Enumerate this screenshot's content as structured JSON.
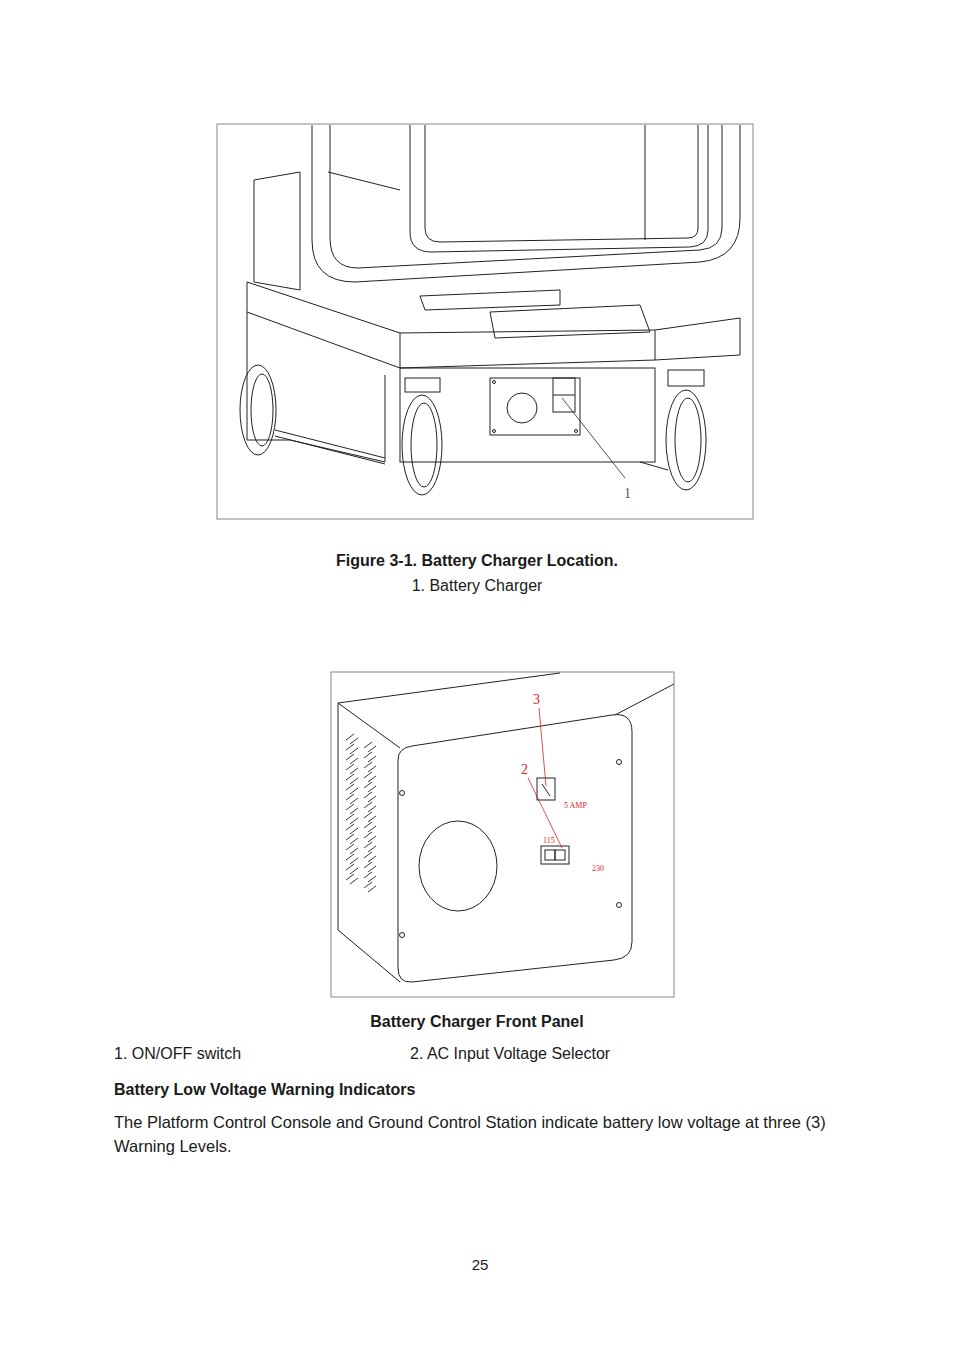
{
  "diagram": {
    "caption": "Figure 3-1. Battery Charger Location.",
    "labels": [
      "1",
      "1. Battery Charger",
      "3",
      "2",
      "5 AMP",
      "115",
      "230",
      "Battery Charger Front Panel",
      "1. ON/OFF switch",
      "2. AC Input Voltage Selector",
      "Battery Low Voltage Warning Indicators",
      "The Platform Control Console and Ground Control Station indicate battery low voltage at three (3) Warning Levels.",
      "25"
    ]
  }
}
